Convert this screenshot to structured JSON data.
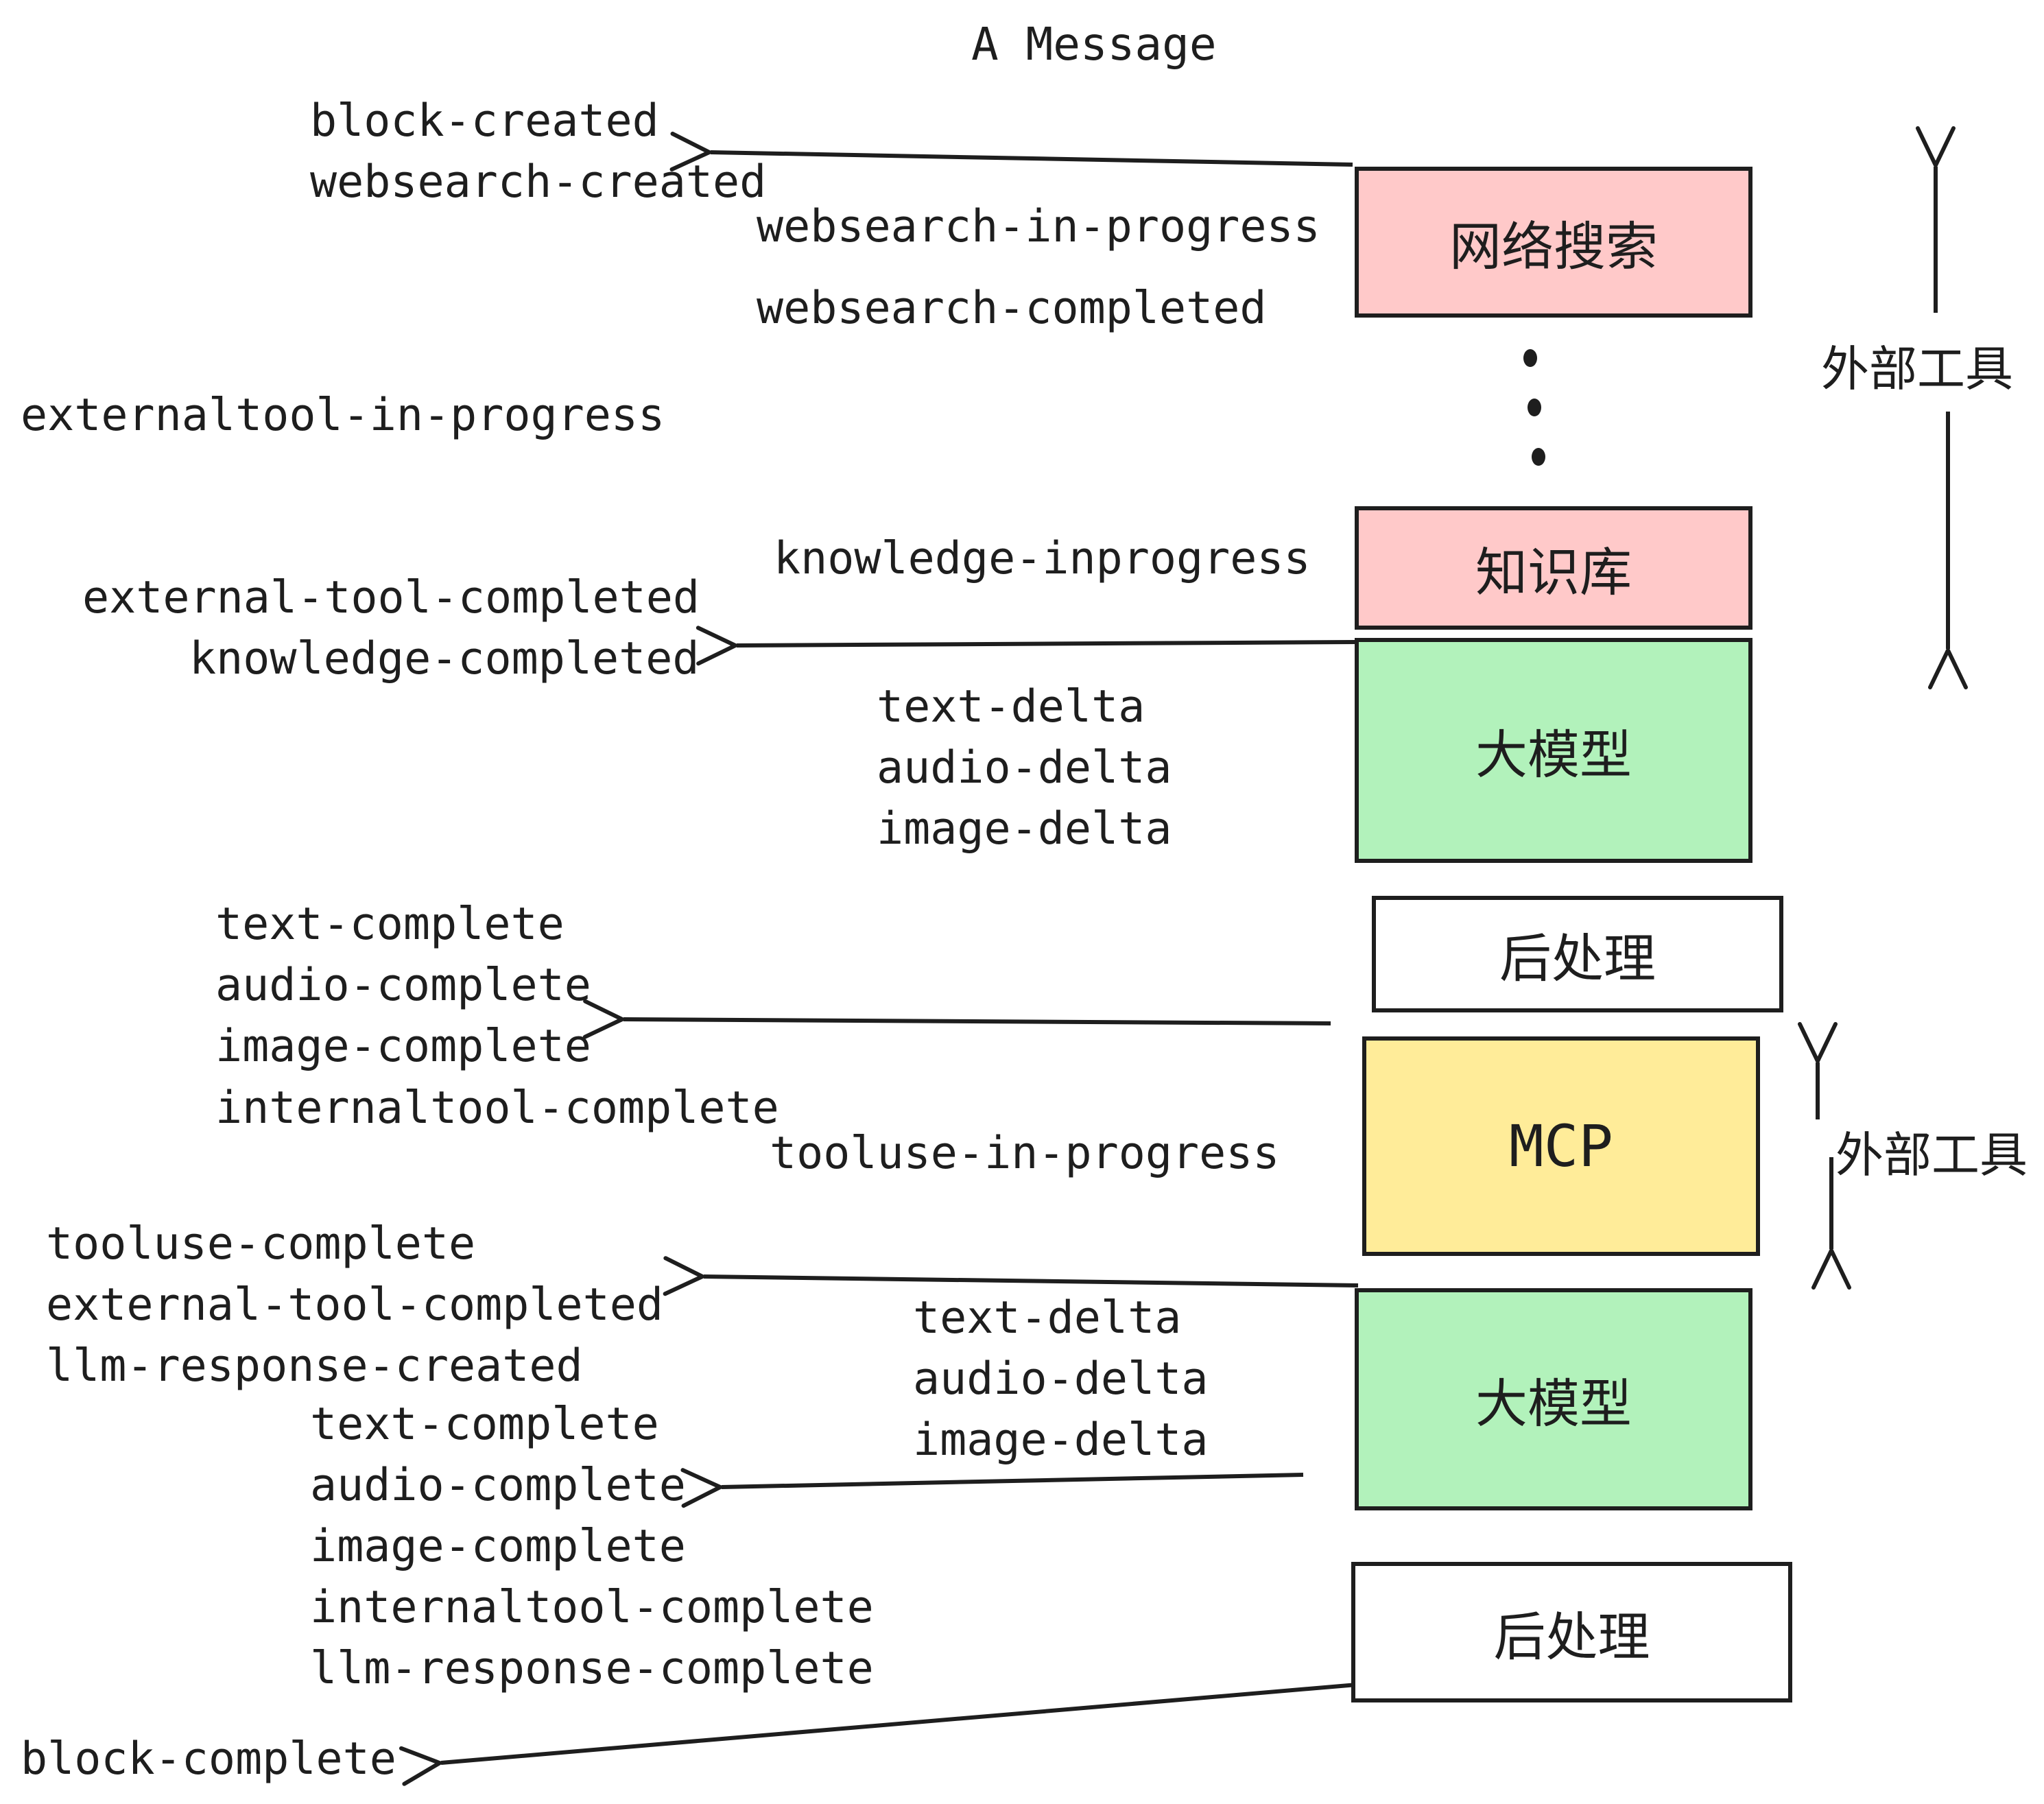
{
  "title": "A Message",
  "colors": {
    "ink": "#1e1e1e",
    "pink": "#ffc9c9",
    "green": "#b2f2bb",
    "yellow": "#ffec99",
    "white": "#ffffff"
  },
  "boxes": {
    "websearch": "网络搜索",
    "knowledge": "知识库",
    "llm1": "大模型",
    "postprocess1": "后处理",
    "mcp": "MCP",
    "llm2": "大模型",
    "postprocess2": "后处理"
  },
  "side_labels": {
    "external_tools_top": "外部工具",
    "external_tools_mid": "外部工具"
  },
  "icons": {
    "vertical_ellipsis": "vertical-ellipsis"
  },
  "events": {
    "block_created": "block-created",
    "websearch_created": "websearch-created",
    "websearch_in_progress": "websearch-in-progress",
    "websearch_completed": "websearch-completed",
    "externaltool_in_progress": "externaltool-in-progress",
    "knowledge_inprogress": "knowledge-inprogress",
    "external_tool_completed_1": "external-tool-completed",
    "knowledge_completed": "knowledge-completed",
    "text_delta_1": "text-delta",
    "audio_delta_1": "audio-delta",
    "image_delta_1": "image-delta",
    "text_complete_1": "text-complete",
    "audio_complete_1": "audio-complete",
    "image_complete_1": "image-complete",
    "internaltool_complete_1": "internaltool-complete",
    "tooluse_in_progress": "tooluse-in-progress",
    "tooluse_complete": "tooluse-complete",
    "external_tool_completed_2": "external-tool-completed",
    "llm_response_created": "llm-response-created",
    "text_delta_2": "text-delta",
    "audio_delta_2": "audio-delta",
    "image_delta_2": "image-delta",
    "text_complete_2": "text-complete",
    "audio_complete_2": "audio-complete",
    "image_complete_2": "image-complete",
    "internaltool_complete_2": "internaltool-complete",
    "llm_response_complete": "llm-response-complete",
    "block_complete": "block-complete"
  },
  "arrows": [
    {
      "from": "websearch-box",
      "to": "block-created / websearch-created",
      "direction": "left"
    },
    {
      "from": "llm-box-1",
      "to": "external-tool-completed / knowledge-completed",
      "direction": "left"
    },
    {
      "from": "mcp-box",
      "to": "image-complete",
      "direction": "left"
    },
    {
      "from": "llm-box-2",
      "to": "tooluse-complete / external-tool-completed",
      "direction": "left"
    },
    {
      "from": "llm-box-2",
      "to": "audio-complete",
      "direction": "left"
    },
    {
      "from": "postprocess-box-2",
      "to": "block-complete",
      "direction": "left"
    },
    {
      "label": "外部工具",
      "type": "vertical-double-arrow",
      "near": "websearch/knowledge boxes"
    },
    {
      "label": "外部工具",
      "type": "vertical-double-arrow",
      "near": "mcp box"
    }
  ]
}
